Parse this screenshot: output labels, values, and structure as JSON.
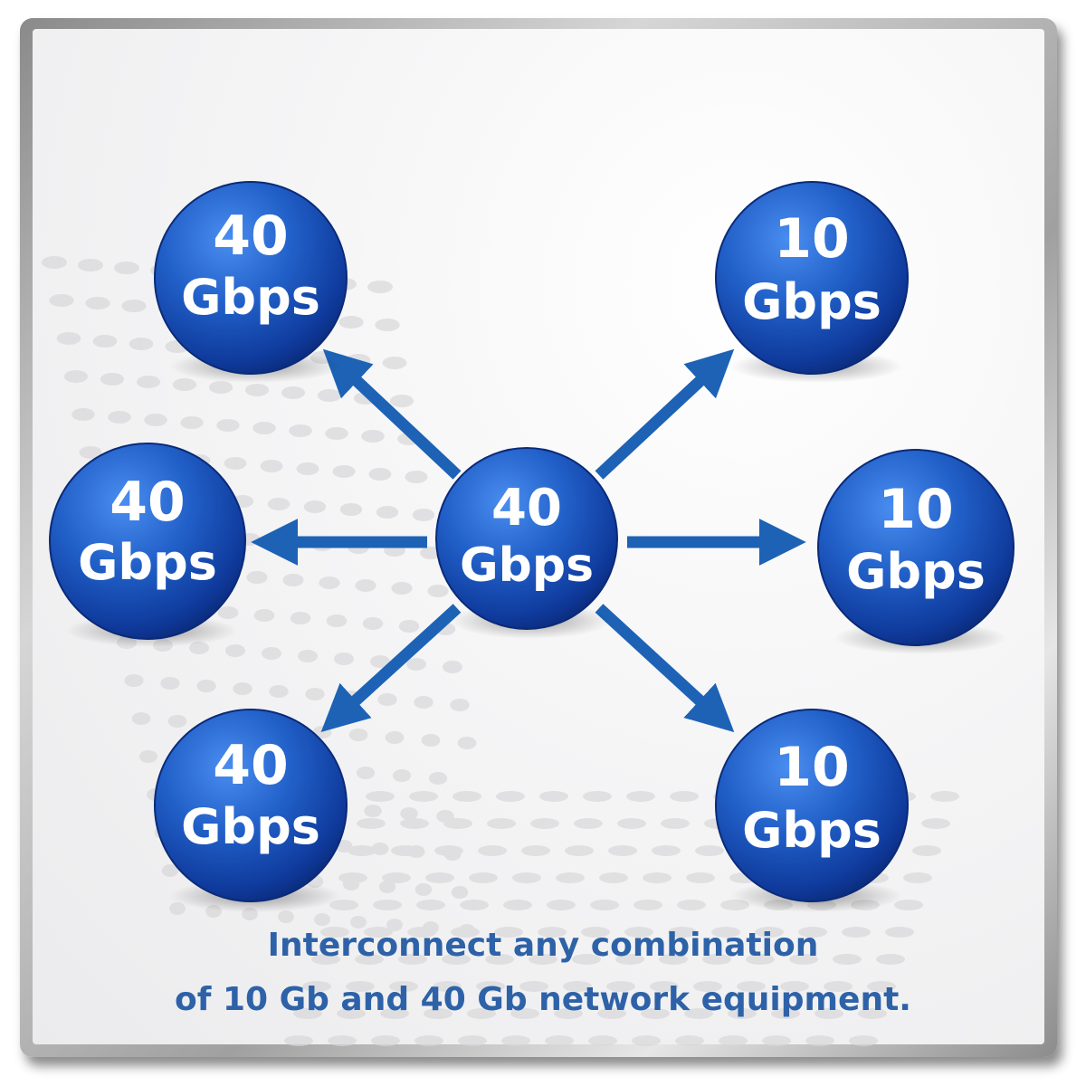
{
  "center": {
    "value": "40",
    "unit": "Gbps"
  },
  "nodes": [
    {
      "id": "top-left",
      "value": "40",
      "unit": "Gbps"
    },
    {
      "id": "middle-left",
      "value": "40",
      "unit": "Gbps"
    },
    {
      "id": "bottom-left",
      "value": "40",
      "unit": "Gbps"
    },
    {
      "id": "top-right",
      "value": "10",
      "unit": "Gbps"
    },
    {
      "id": "middle-right",
      "value": "10",
      "unit": "Gbps"
    },
    {
      "id": "bottom-right",
      "value": "10",
      "unit": "Gbps"
    }
  ],
  "caption": {
    "line1": "Interconnect any combination",
    "line2": "of 10 Gb and 40 Gb network equipment."
  },
  "colors": {
    "sphere_light": "#3f7fe0",
    "sphere_dark": "#0b2f8c",
    "arrow": "#1d62b5",
    "caption": "#2e62a8"
  }
}
